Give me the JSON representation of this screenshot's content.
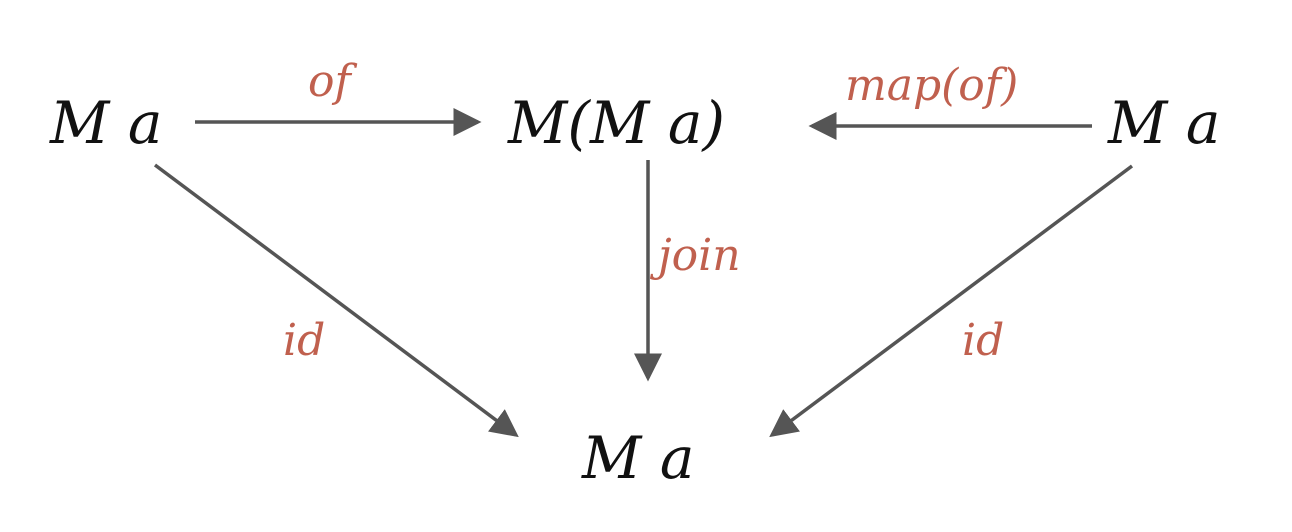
{
  "nodes": {
    "left": "M a",
    "center": "M(M a)",
    "right": "M a",
    "bottom": "M a"
  },
  "edges": {
    "of": "of",
    "map_of": "map(of)",
    "join": "join",
    "id_left": "id",
    "id_right": "id"
  },
  "colors": {
    "node_text": "#111111",
    "edge_label": "#c0604e",
    "arrow": "#555555"
  }
}
